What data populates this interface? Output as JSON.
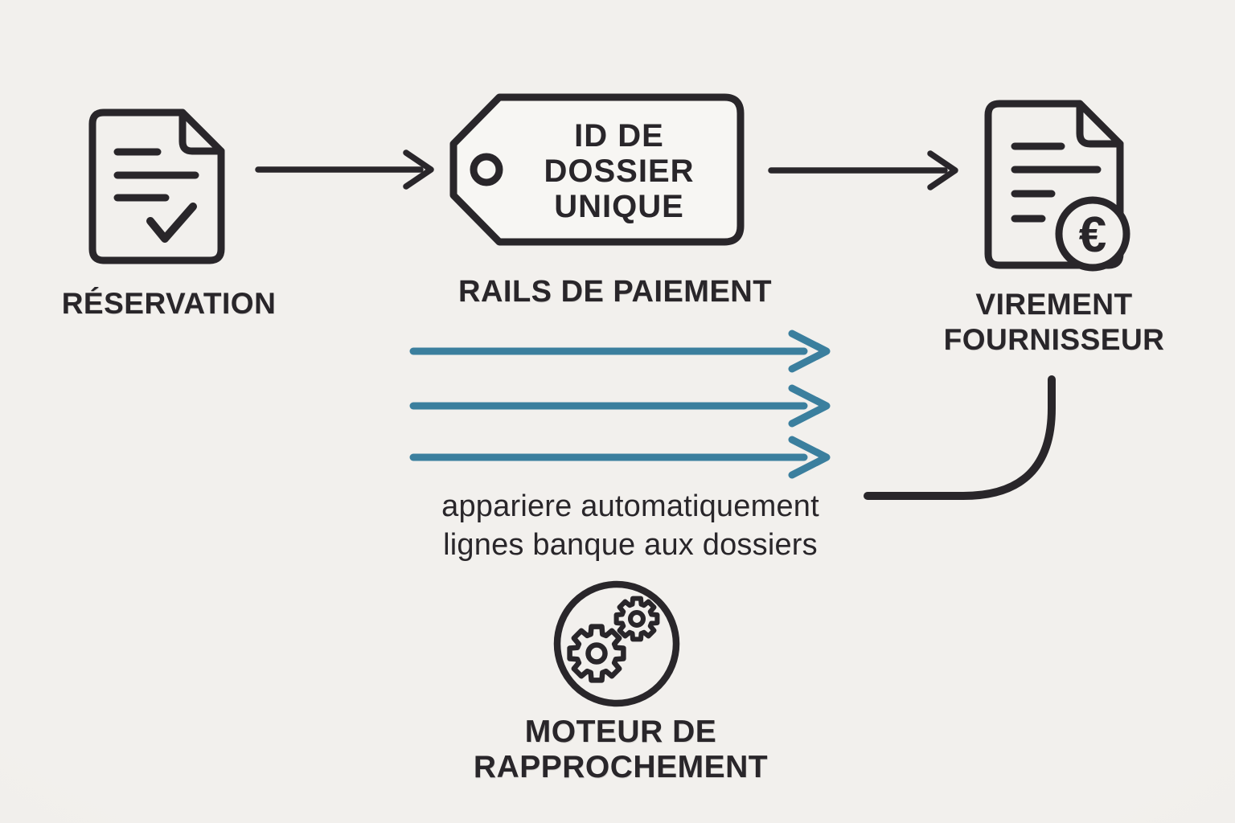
{
  "colors": {
    "background": "#f2f0ed",
    "ink": "#29262a",
    "accent": "#3b7f9e"
  },
  "nodes": {
    "reservation": {
      "icon": "document-check-icon",
      "label": "RÉSERVATION"
    },
    "payment_rails": {
      "icon": "tag-icon",
      "tag_lines": [
        "ID DE",
        "DOSSIER",
        "UNIQUE"
      ],
      "label": "RAILS DE PAIEMENT"
    },
    "supplier_transfer": {
      "icon": "invoice-euro-icon",
      "currency_symbol": "€",
      "label_lines": [
        "VIREMENT",
        "FOURNISSEUR"
      ]
    },
    "reconciliation": {
      "icon": "gears-icon",
      "label_lines": [
        "MOTEUR DE",
        "RAPPROCHEMENT"
      ]
    }
  },
  "connectors": {
    "flow_arrows": 2,
    "match_arrows": 3
  },
  "annotation": {
    "lines": [
      "appariere automatiquement",
      "lignes banque aux dossiers"
    ]
  }
}
